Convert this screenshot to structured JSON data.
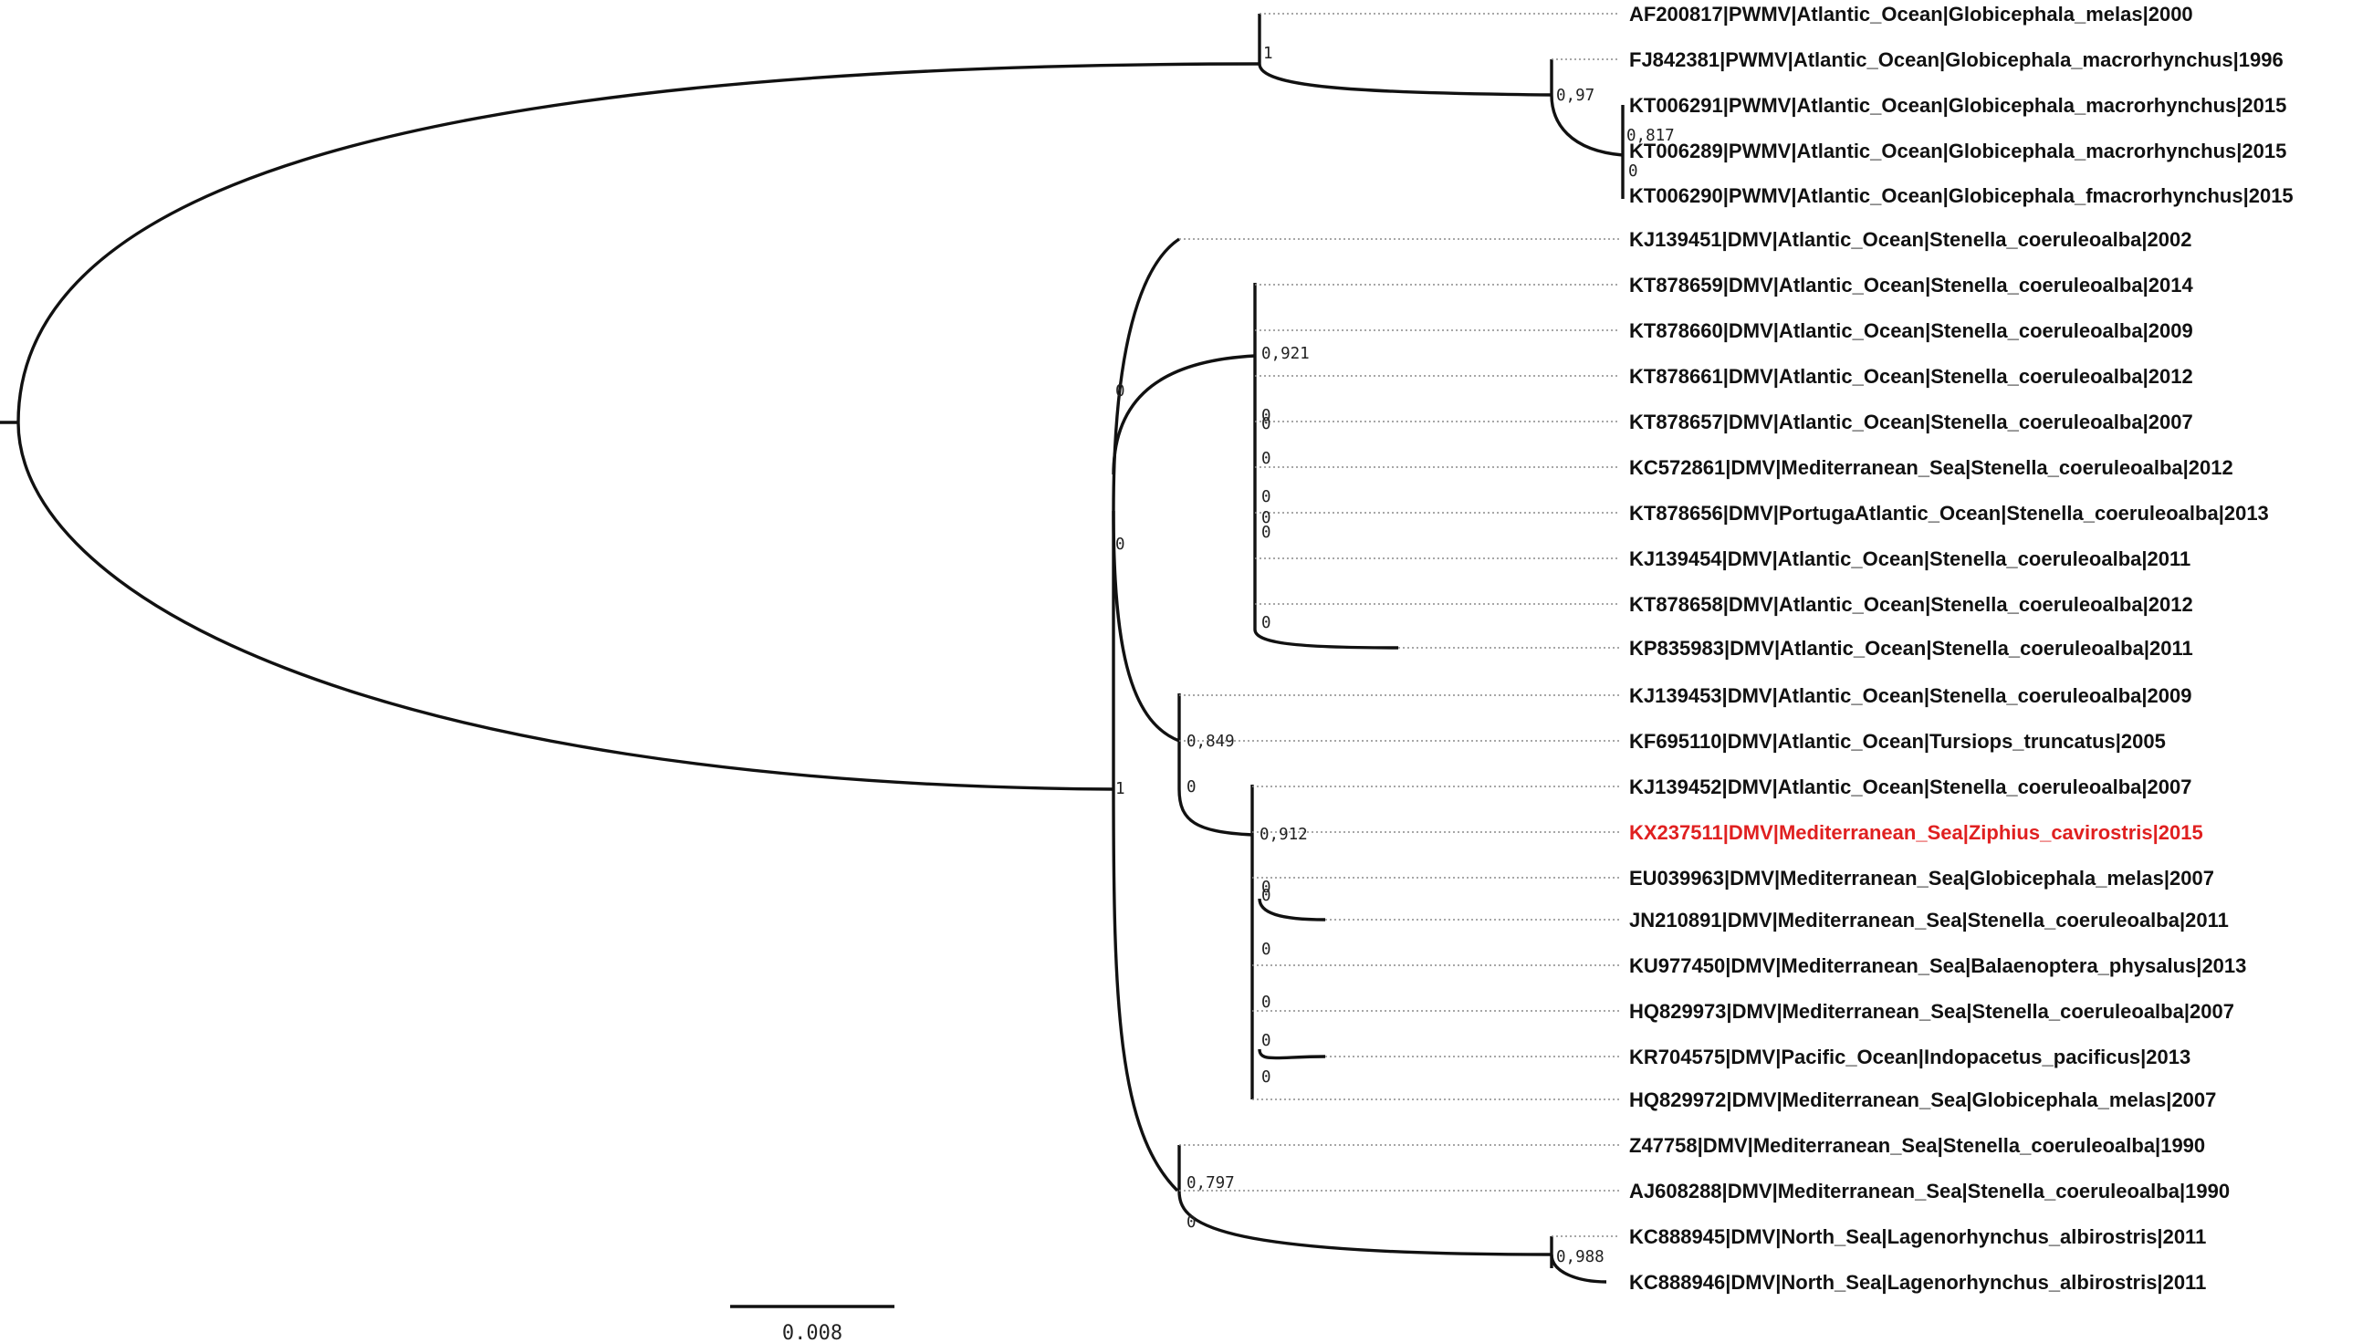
{
  "colors": {
    "ink": "#111111",
    "highlight": "#e02020",
    "guide": "#8a8a8a"
  },
  "leaves": [
    {
      "label": "AF200817|PWMV|Atlantic_Ocean|Globicephala_melas|2000"
    },
    {
      "label": "FJ842381|PWMV|Atlantic_Ocean|Globicephala_macrorhynchus|1996"
    },
    {
      "label": "KT006291|PWMV|Atlantic_Ocean|Globicephala_macrorhynchus|2015"
    },
    {
      "label": "KT006289|PWMV|Atlantic_Ocean|Globicephala_macrorhynchus|2015"
    },
    {
      "label": "KT006290|PWMV|Atlantic_Ocean|Globicephala_fmacrorhynchus|2015"
    },
    {
      "label": "KJ139451|DMV|Atlantic_Ocean|Stenella_coeruleoalba|2002"
    },
    {
      "label": "KT878659|DMV|Atlantic_Ocean|Stenella_coeruleoalba|2014"
    },
    {
      "label": "KT878660|DMV|Atlantic_Ocean|Stenella_coeruleoalba|2009"
    },
    {
      "label": "KT878661|DMV|Atlantic_Ocean|Stenella_coeruleoalba|2012"
    },
    {
      "label": "KT878657|DMV|Atlantic_Ocean|Stenella_coeruleoalba|2007"
    },
    {
      "label": "KC572861|DMV|Mediterranean_Sea|Stenella_coeruleoalba|2012"
    },
    {
      "label": "KT878656|DMV|PortugaAtlantic_Ocean|Stenella_coeruleoalba|2013"
    },
    {
      "label": "KJ139454|DMV|Atlantic_Ocean|Stenella_coeruleoalba|2011"
    },
    {
      "label": "KT878658|DMV|Atlantic_Ocean|Stenella_coeruleoalba|2012"
    },
    {
      "label": "KP835983|DMV|Atlantic_Ocean|Stenella_coeruleoalba|2011"
    },
    {
      "label": "KJ139453|DMV|Atlantic_Ocean|Stenella_coeruleoalba|2009"
    },
    {
      "label": "KF695110|DMV|Atlantic_Ocean|Tursiops_truncatus|2005"
    },
    {
      "label": "KJ139452|DMV|Atlantic_Ocean|Stenella_coeruleoalba|2007"
    },
    {
      "label": "KX237511|DMV|Mediterranean_Sea|Ziphius_cavirostris|2015",
      "highlight": true
    },
    {
      "label": "EU039963|DMV|Mediterranean_Sea|Globicephala_melas|2007"
    },
    {
      "label": "JN210891|DMV|Mediterranean_Sea|Stenella_coeruleoalba|2011"
    },
    {
      "label": "KU977450|DMV|Mediterranean_Sea|Balaenoptera_physalus|2013"
    },
    {
      "label": "HQ829973|DMV|Mediterranean_Sea|Stenella_coeruleoalba|2007"
    },
    {
      "label": "KR704575|DMV|Pacific_Ocean|Indopacetus_pacificus|2013"
    },
    {
      "label": "HQ829972|DMV|Mediterranean_Sea|Globicephala_melas|2007"
    },
    {
      "label": "Z47758|DMV|Mediterranean_Sea|Stenella_coeruleoalba|1990"
    },
    {
      "label": "AJ608288|DMV|Mediterranean_Sea|Stenella_coeruleoalba|1990"
    },
    {
      "label": "KC888945|DMV|North_Sea|Lagenorhynchus_albirostris|2011"
    },
    {
      "label": "KC888946|DMV|North_Sea|Lagenorhynchus_albirostris|2011"
    }
  ],
  "support_values": {
    "pwmv_clade": "1",
    "globicephala_pair": "0,97",
    "kt006_triplet_a": "0,817",
    "kt006_triplet_b": "0",
    "dmv_clade": "1",
    "dmv_inner_a": "0",
    "dmv_inner_b": "0",
    "stenella_clade": "0,921",
    "stenella_kt878657_a": "0",
    "stenella_kt878657_b": "0",
    "stenella_kc572861": "0",
    "stenella_kt878656_a": "0",
    "stenella_kt878656_b": "0",
    "stenella_kj139454": "0",
    "stenella_kp835983": "0",
    "mixed_clade": "0,849",
    "mixed_inner": "0",
    "med_clade": "0,912",
    "med_jn210891_a": "0",
    "med_jn210891_b": "0",
    "med_ku977450": "0",
    "med_hq829973": "0",
    "med_kr704575_a": "0",
    "med_kr704575_b": "0",
    "med1990_clade": "0,797",
    "med1990_inner": "0",
    "northsea_pair": "0,988"
  },
  "scale_bar": {
    "label": "0.008"
  }
}
